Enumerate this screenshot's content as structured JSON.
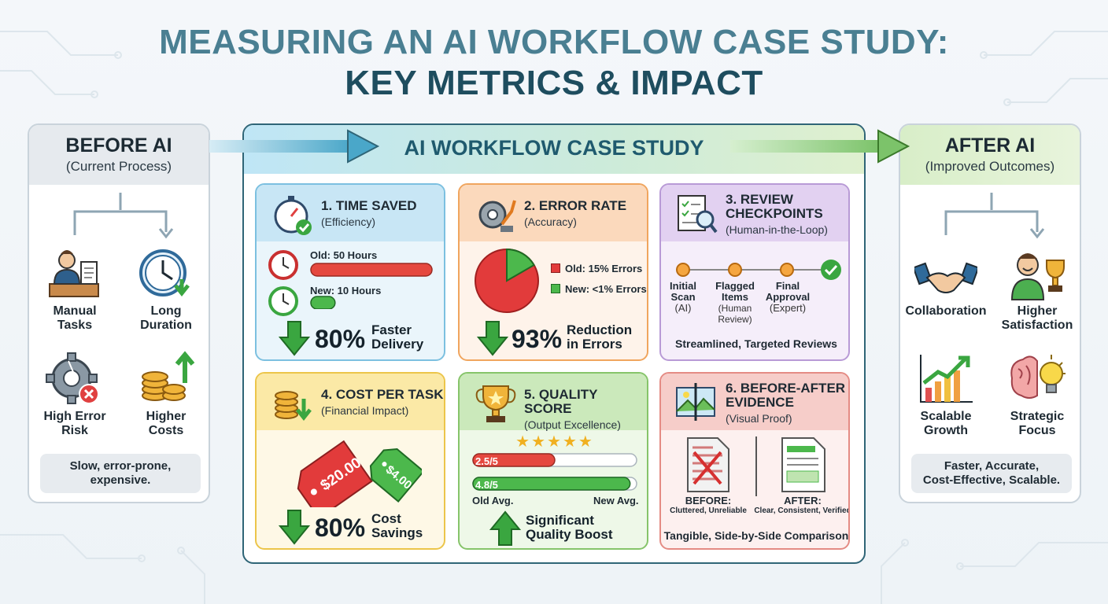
{
  "title": {
    "line1": "MEASURING AN AI WORKFLOW CASE STUDY:",
    "line2": "KEY METRICS & IMPACT"
  },
  "before": {
    "title": "BEFORE AI",
    "subtitle": "(Current Process)",
    "items": [
      "Manual\nTasks",
      "Long\nDuration",
      "High Error\nRisk",
      "Higher\nCosts"
    ],
    "footer": "Slow, error-prone,\nexpensive."
  },
  "after": {
    "title": "AFTER AI",
    "subtitle": "(Improved Outcomes)",
    "items": [
      "Collaboration",
      "Higher\nSatisfaction",
      "Scalable\nGrowth",
      "Strategic\nFocus"
    ],
    "footer": "Faster, Accurate,\nCost-Effective, Scalable."
  },
  "center_title": "AI WORKFLOW CASE STUDY",
  "cards": {
    "time": {
      "title": "1. TIME SAVED",
      "subtitle": "(Efficiency)",
      "old_label": "Old: 50 Hours",
      "new_label": "New: 10 Hours",
      "old_fraction": 1.0,
      "new_fraction": 0.2,
      "big": "80%",
      "big_text": "Faster\nDelivery"
    },
    "error": {
      "title": "2. ERROR RATE",
      "subtitle": "(Accuracy)",
      "legend_old": "Old: 15% Errors",
      "legend_new": "New: <1% Errors",
      "big": "93%",
      "big_text": "Reduction\nin Errors"
    },
    "review": {
      "title": "3. REVIEW\nCHECKPOINTS",
      "subtitle": "(Human-in-the-Loop)",
      "steps": [
        {
          "name": "Initial\nScan",
          "note": "(AI)"
        },
        {
          "name": "Flagged\nItems",
          "note": "(Human\nReview)"
        },
        {
          "name": "Final\nApproval",
          "note": "(Expert)"
        }
      ],
      "footer": "Streamlined, Targeted Reviews"
    },
    "cost": {
      "title": "4. COST PER TASK",
      "subtitle": "(Financial Impact)",
      "old_tag": "$20.00",
      "new_tag": "$4.00",
      "big": "80%",
      "big_text": "Cost\nSavings"
    },
    "quality": {
      "title": "5. QUALITY SCORE",
      "subtitle": "(Output Excellence)",
      "old_score": "2.5/5",
      "new_score": "4.8/5",
      "old_value": 2.5,
      "new_value": 4.8,
      "max": 5,
      "old_label": "Old Avg.",
      "new_label": "New Avg.",
      "big_text": "Significant\nQuality Boost"
    },
    "evidence": {
      "title": "6. BEFORE-AFTER\nEVIDENCE",
      "subtitle": "(Visual Proof)",
      "before_label": "BEFORE:",
      "before_desc": "Cluttered, Unreliable",
      "after_label": "AFTER:",
      "after_desc": "Clear, Consistent, Verified",
      "footer": "Tangible, Side-by-Side Comparison"
    }
  },
  "colors": {
    "blue": "#dbeef8",
    "blue_border": "#7cc0e0",
    "orange": "#fde9d8",
    "orange_border": "#f0a55e",
    "purple": "#efe6f6",
    "purple_border": "#b89ad6",
    "yellow": "#fdf4d6",
    "yellow_border": "#ecc54a",
    "green": "#e4f3dc",
    "green_border": "#86c46a",
    "red": "#fae3e1",
    "red_border": "#e48b84"
  }
}
